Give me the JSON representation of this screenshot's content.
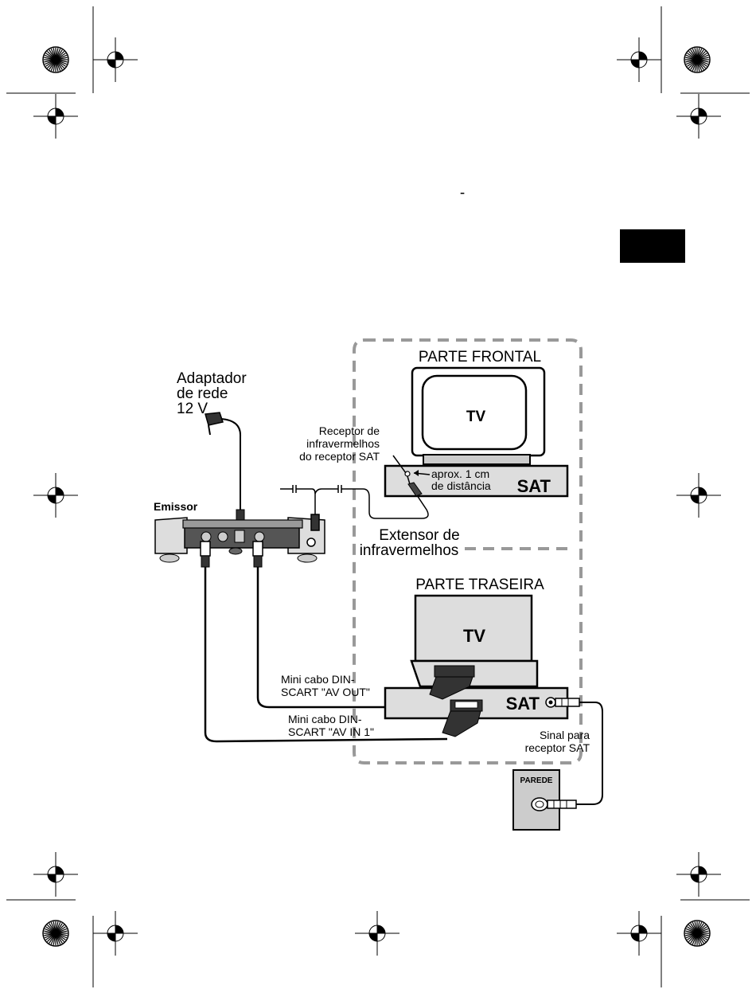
{
  "page": {
    "stray_mark": "-"
  },
  "diagram": {
    "front_section_title": "PARTE FRONTAL",
    "rear_section_title": "PARTE TRASEIRA",
    "tv_label": "TV",
    "sat_label": "SAT",
    "adapter_label": [
      "Adaptador",
      "de rede",
      "12 V"
    ],
    "emitter_label": "Emissor",
    "ir_receiver_label": [
      "Receptor de",
      "infravermelhos",
      "do receptor SAT"
    ],
    "distance_label": [
      "aprox. 1 cm",
      "de distância"
    ],
    "ir_extender_label": [
      "Extensor de",
      "infravermelhos"
    ],
    "av_out_cable_label": [
      "Mini cabo DIN-",
      "SCART \"AV OUT\""
    ],
    "av_in_cable_label": [
      "Mini cabo DIN-",
      "SCART \"AV IN 1\""
    ],
    "signal_label": [
      "Sinal para",
      "receptor SAT"
    ],
    "wall_label": "PAREDE"
  }
}
